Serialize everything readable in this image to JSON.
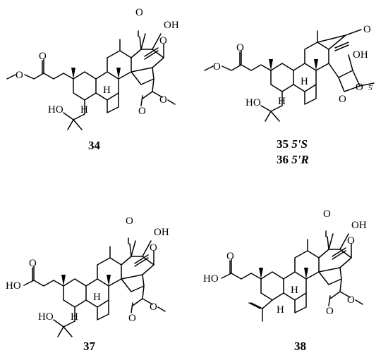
{
  "figure": {
    "compounds": [
      {
        "id": "c34",
        "label": "34",
        "atoms": {
          "oh_top": "OH",
          "oh_side": "HO",
          "h1": "H",
          "h2": "H",
          "o_ket1": "O",
          "o_ket2": "O",
          "o_est1a": "O",
          "o_est1b": "O",
          "o_est2a": "O",
          "o_est2b": "O"
        }
      },
      {
        "id": "c35-36",
        "labels": [
          {
            "num": "35",
            "stereo": "5'S"
          },
          {
            "num": "36",
            "stereo": "5'R"
          }
        ],
        "atoms": {
          "oh_top": "OH",
          "oh_side": "HO",
          "h1": "H",
          "h2": "H",
          "pos": "5'",
          "o_ket": "O",
          "o_lact_ring": "O",
          "o_lact_co": "O",
          "o_est1a": "O",
          "o_est1b": "O"
        }
      },
      {
        "id": "c37",
        "label": "37",
        "atoms": {
          "oh_top": "OH",
          "ho_acid": "HO",
          "ho_side": "HO",
          "h1": "H",
          "h2": "H",
          "o_ket1": "O",
          "o_ket2": "O",
          "o_acid": "O",
          "o_est1": "O",
          "o_est2": "O"
        }
      },
      {
        "id": "c38",
        "label": "38",
        "atoms": {
          "oh_top": "OH",
          "ho_acid": "HO",
          "h1": "H",
          "h2": "H",
          "o_ket1": "O",
          "o_ket2": "O",
          "o_acid": "O",
          "o_est1": "O",
          "o_est2": "O"
        }
      }
    ]
  }
}
